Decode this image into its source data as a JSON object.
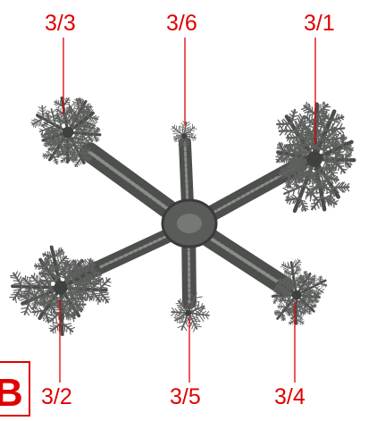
{
  "colors": {
    "label": "#e00000",
    "leader": "#e00000",
    "structure": "#5a5c5a",
    "structure_dark": "#3a3b3a",
    "structure_light": "#8a8c8a"
  },
  "panel": {
    "letter": "B"
  },
  "labels": {
    "top_left": "3/3",
    "top_center": "3/6",
    "top_right": "3/1",
    "bottom_left": "3/2",
    "bottom_center": "3/5",
    "bottom_right": "3/4"
  }
}
